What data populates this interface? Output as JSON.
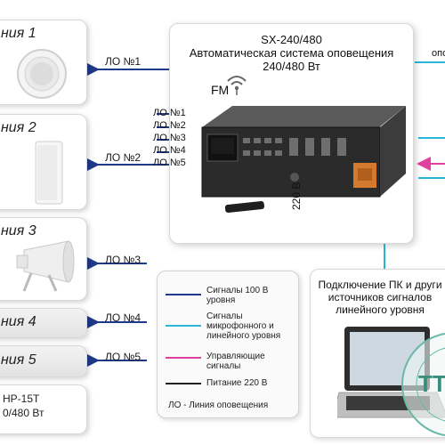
{
  "zones": [
    {
      "title": "ния 1",
      "lo": "ЛО №1"
    },
    {
      "title": "ния 2",
      "lo": "ЛО №2"
    },
    {
      "title": "ния 3",
      "lo": "ЛО №3"
    },
    {
      "title": "ния 4",
      "lo": "ЛО №4"
    },
    {
      "title": "ния 5",
      "lo": "ЛО №5"
    }
  ],
  "psu": {
    "model": "HP-15T",
    "power": "0/480 Вт"
  },
  "device": {
    "model": "SX-240/480",
    "description": "Автоматическая система оповещения",
    "power": "240/480 Вт",
    "fm": "FM",
    "inputs": [
      "ЛО №1",
      "ЛО №2",
      "ЛО №3",
      "ЛО №4",
      "ЛО №5"
    ],
    "mains": "220 В"
  },
  "right_edge_label": "опо",
  "legend": {
    "items": [
      {
        "text": "Сигналы 100 В уровня",
        "color": "#1f3a8a"
      },
      {
        "text": "Сигналы микрофонного и линейного уровня",
        "color": "#29b6d9"
      },
      {
        "text": "Управляющие сигналы",
        "color": "#e23fa0"
      },
      {
        "text": "Питание 220 В",
        "color": "#222222"
      }
    ],
    "note": "ЛО - Линия оповещения"
  },
  "pc": {
    "line1": "Подключение ПК и други",
    "line2": "источников сигналов",
    "line3": "линейного уровня"
  },
  "colors": {
    "level100": "#1f3a8a",
    "line_level": "#29b6d9",
    "control": "#e23fa0",
    "mains": "#222222"
  }
}
